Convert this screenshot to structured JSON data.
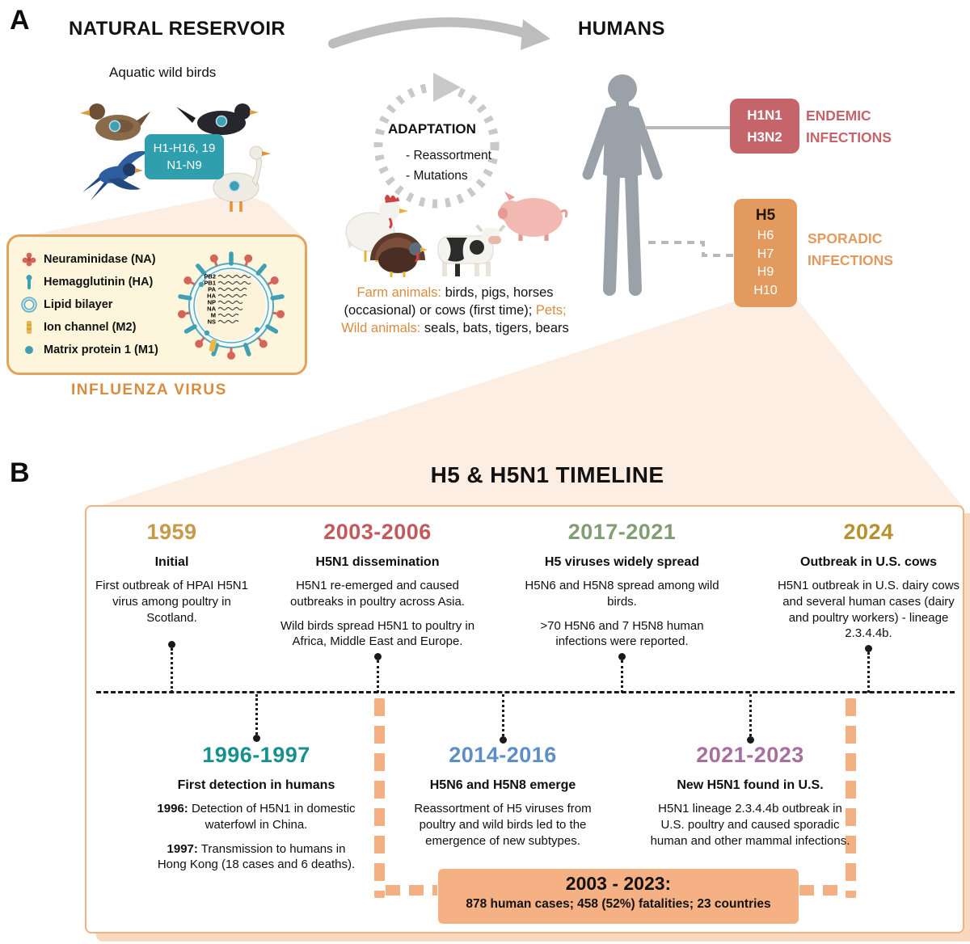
{
  "colors": {
    "subtypes_box_bg": "#2f9fae",
    "endemic": "#c5646a",
    "sporadic": "#e29a5f",
    "accent_orange": "#d98c3f",
    "summary_bg": "#f5b183"
  },
  "panel_a": {
    "label": "A",
    "reservoir_title": "NATURAL RESERVOIR",
    "humans_title": "HUMANS",
    "aquatic_label": "Aquatic wild birds",
    "subtypes_box": {
      "line1": "H1-H16, 19",
      "line2": "N1-N9"
    },
    "adaptation": {
      "title": "ADAPTATION",
      "item1": "- Reassortment",
      "item2": "- Mutations"
    },
    "animals_text": {
      "farm_label": "Farm animals:",
      "farm_rest": " birds, pigs, horses (occasional) or cows (first time); ",
      "pets_label": "Pets;",
      "wild_label": "Wild animals:",
      "wild_rest": " seals, bats, tigers, bears"
    },
    "endemic_box": {
      "line1": "H1N1",
      "line2": "H3N2"
    },
    "endemic_label": {
      "line1": "ENDEMIC",
      "line2": "INFECTIONS"
    },
    "sporadic_box": {
      "h5": "H5",
      "others": [
        "H6",
        "H7",
        "H9",
        "H10"
      ]
    },
    "sporadic_label": {
      "line1": "SPORADIC",
      "line2": "INFECTIONS"
    },
    "virus": {
      "caption": "INFLUENZA VIRUS",
      "legend": [
        "Neuraminidase (NA)",
        "Hemagglutinin (HA)",
        "Lipid bilayer",
        "Ion channel (M2)",
        "Matrix protein 1 (M1)"
      ],
      "segments": [
        "PB2",
        "PB1",
        "PA",
        "HA",
        "NP",
        "NA",
        "M",
        "NS"
      ]
    }
  },
  "panel_b": {
    "label": "B",
    "title": "H5 & H5N1 TIMELINE",
    "top_events": [
      {
        "year": "1959",
        "color": "#c79a4a",
        "title": "Initial",
        "p1": "First outbreak of HPAI H5N1 virus among poultry in Scotland."
      },
      {
        "year": "2003-2006",
        "color": "#c4595c",
        "title": "H5N1 dissemination",
        "p1": "H5N1 re-emerged and caused outbreaks in poultry across Asia.",
        "p2": "Wild birds spread H5N1 to poultry in Africa, Middle East and Europe."
      },
      {
        "year": "2017-2021",
        "color": "#819e72",
        "title": "H5 viruses widely spread",
        "p1": "H5N6 and H5N8 spread among wild birds.",
        "p2": ">70 H5N6 and 7 H5N8 human infections were reported."
      },
      {
        "year": "2024",
        "color": "#b5922e",
        "title": "Outbreak in U.S. cows",
        "p1": "H5N1 outbreak in U.S. dairy cows and several human cases (dairy and poultry workers) - lineage 2.3.4.4b."
      }
    ],
    "bottom_events": [
      {
        "year": "1996-1997",
        "color": "#18918e",
        "title": "First detection in humans",
        "p1_prefix": "1996:",
        "p1": " Detection of H5N1 in domestic waterfowl in China.",
        "p2_prefix": "1997:",
        "p2": " Transmission to humans in Hong Kong (18 cases and 6 deaths)."
      },
      {
        "year": "2014-2016",
        "color": "#5d8fc6",
        "title": "H5N6 and H5N8 emerge",
        "p1": "Reassortment of H5 viruses from poultry and wild birds led to the emergence of new subtypes."
      },
      {
        "year": "2021-2023",
        "color": "#a76f9e",
        "title": "New H5N1 found in U.S.",
        "p1": "H5N1 lineage 2.3.4.4b outbreak in U.S. poultry and caused sporadic human and other mammal infections."
      }
    ],
    "summary": {
      "title": "2003 - 2023:",
      "text": "878 human cases; 458 (52%) fatalities; 23 countries"
    }
  }
}
